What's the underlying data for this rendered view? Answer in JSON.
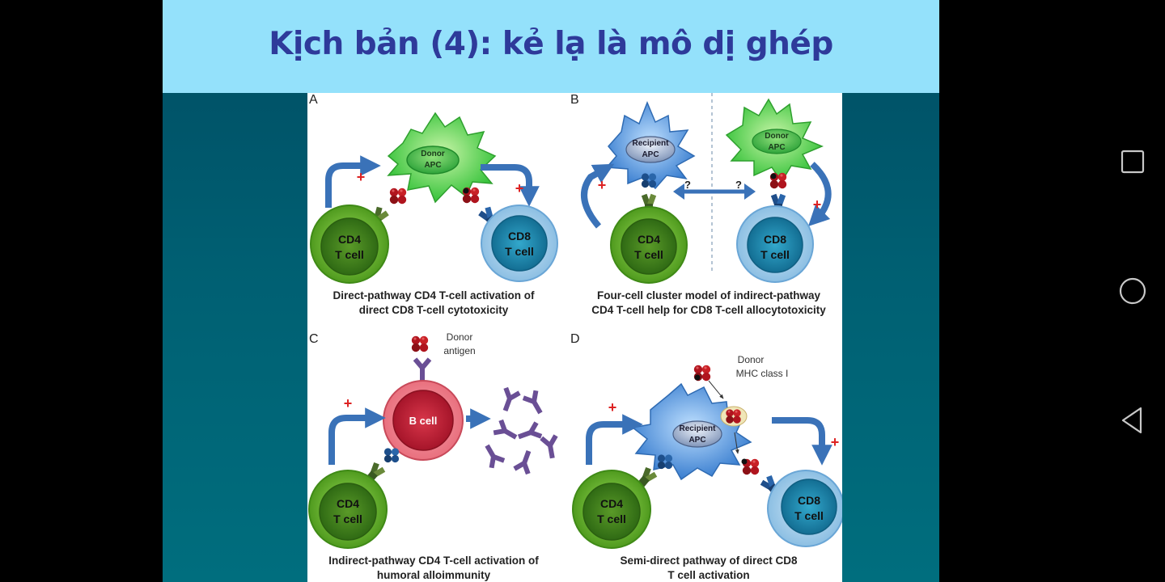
{
  "slide": {
    "title": "Kịch bản (4): kẻ lạ là mô dị ghép"
  },
  "colors": {
    "title_band": "#94e1fb",
    "title_text": "#2e3a9a",
    "slide_bg": "#005f72",
    "cd4_green": "#4a8a1e",
    "cd8_blue": "#1e8fb0",
    "apc_green": "#3fcf3f",
    "apc_blue": "#4a86d0",
    "b_cell_red": "#c8283a",
    "arrow_blue": "#3a72b8"
  },
  "figure": {
    "panel_a": {
      "letter": "A",
      "apc_line1": "Donor",
      "apc_line2": "APC",
      "cd4_line1": "CD4",
      "cd4_line2": "T cell",
      "cd8_line1": "CD8",
      "cd8_line2": "T cell",
      "plus": "+",
      "caption_line1": "Direct-pathway CD4 T-cell activation of",
      "caption_line2": "direct CD8 T-cell cytotoxicity"
    },
    "panel_b": {
      "letter": "B",
      "recipient_line1": "Recipient",
      "recipient_line2": "APC",
      "donor_line1": "Donor",
      "donor_line2": "APC",
      "cd4_line1": "CD4",
      "cd4_line2": "T cell",
      "cd8_line1": "CD8",
      "cd8_line2": "T cell",
      "question": "?",
      "plus": "+",
      "caption_line1": "Four-cell cluster model of indirect-pathway",
      "caption_line2": "CD4 T-cell help for CD8 T-cell allocytotoxicity"
    },
    "panel_c": {
      "letter": "C",
      "donor_line1": "Donor",
      "donor_line2": "antigen",
      "b_cell": "B cell",
      "cd4_line1": "CD4",
      "cd4_line2": "T cell",
      "plus": "+",
      "caption_line1": "Indirect-pathway CD4 T-cell activation of",
      "caption_line2": "humoral alloimmunity"
    },
    "panel_d": {
      "letter": "D",
      "donor_line1": "Donor",
      "donor_line2": "MHC class I",
      "recipient_line1": "Recipient",
      "recipient_line2": "APC",
      "cd4_line1": "CD4",
      "cd4_line2": "T cell",
      "cd8_line1": "CD8",
      "cd8_line2": "T cell",
      "plus": "+",
      "caption_line1": "Semi-direct pathway of direct CD8",
      "caption_line2": "T cell activation"
    }
  },
  "nav": {
    "recents_icon": "square-icon",
    "home_icon": "circle-icon",
    "back_icon": "triangle-back-icon"
  }
}
